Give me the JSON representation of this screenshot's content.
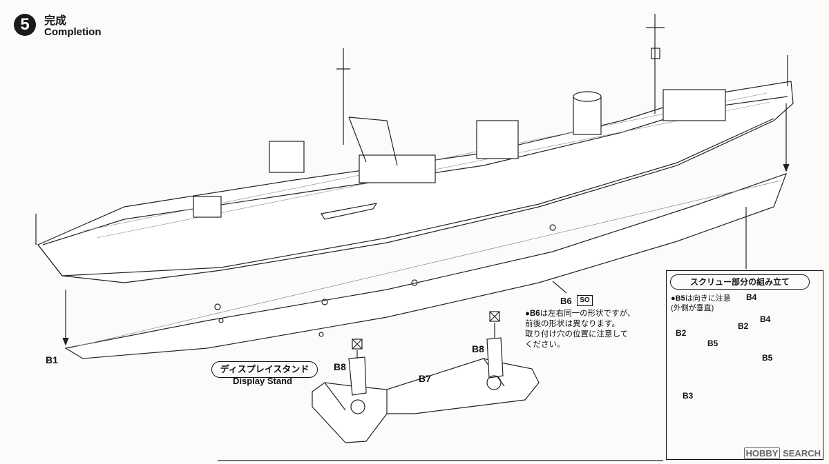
{
  "step": {
    "number": "5",
    "title_jp": "完成",
    "title_en": "Completion"
  },
  "parts": {
    "b1": "B1",
    "b6": "B6",
    "b7": "B7",
    "b8_left": "B8",
    "b8_right": "B8"
  },
  "so_tag": "SO",
  "stand": {
    "label_jp": "ディスプレイスタンド",
    "label_en": "Display Stand"
  },
  "b6_note": {
    "part": "B6",
    "line1": "は左右同一の形状ですが、",
    "line2": "前後の形状は異なります。",
    "line3": "取り付け穴の位置に注意して",
    "line4": "ください。"
  },
  "screw_inset": {
    "title": "スクリュー部分の組み立て",
    "note_part": "B5",
    "note_line1": "は向きに注意",
    "note_line2": "(外側が垂直)",
    "labels": {
      "b2a": "B2",
      "b2b": "B2",
      "b3": "B3",
      "b4a": "B4",
      "b4b": "B4",
      "b5a": "B5",
      "b5b": "B5"
    }
  },
  "watermark": {
    "brand": "HOBBY",
    "suffix": "SEARCH"
  }
}
